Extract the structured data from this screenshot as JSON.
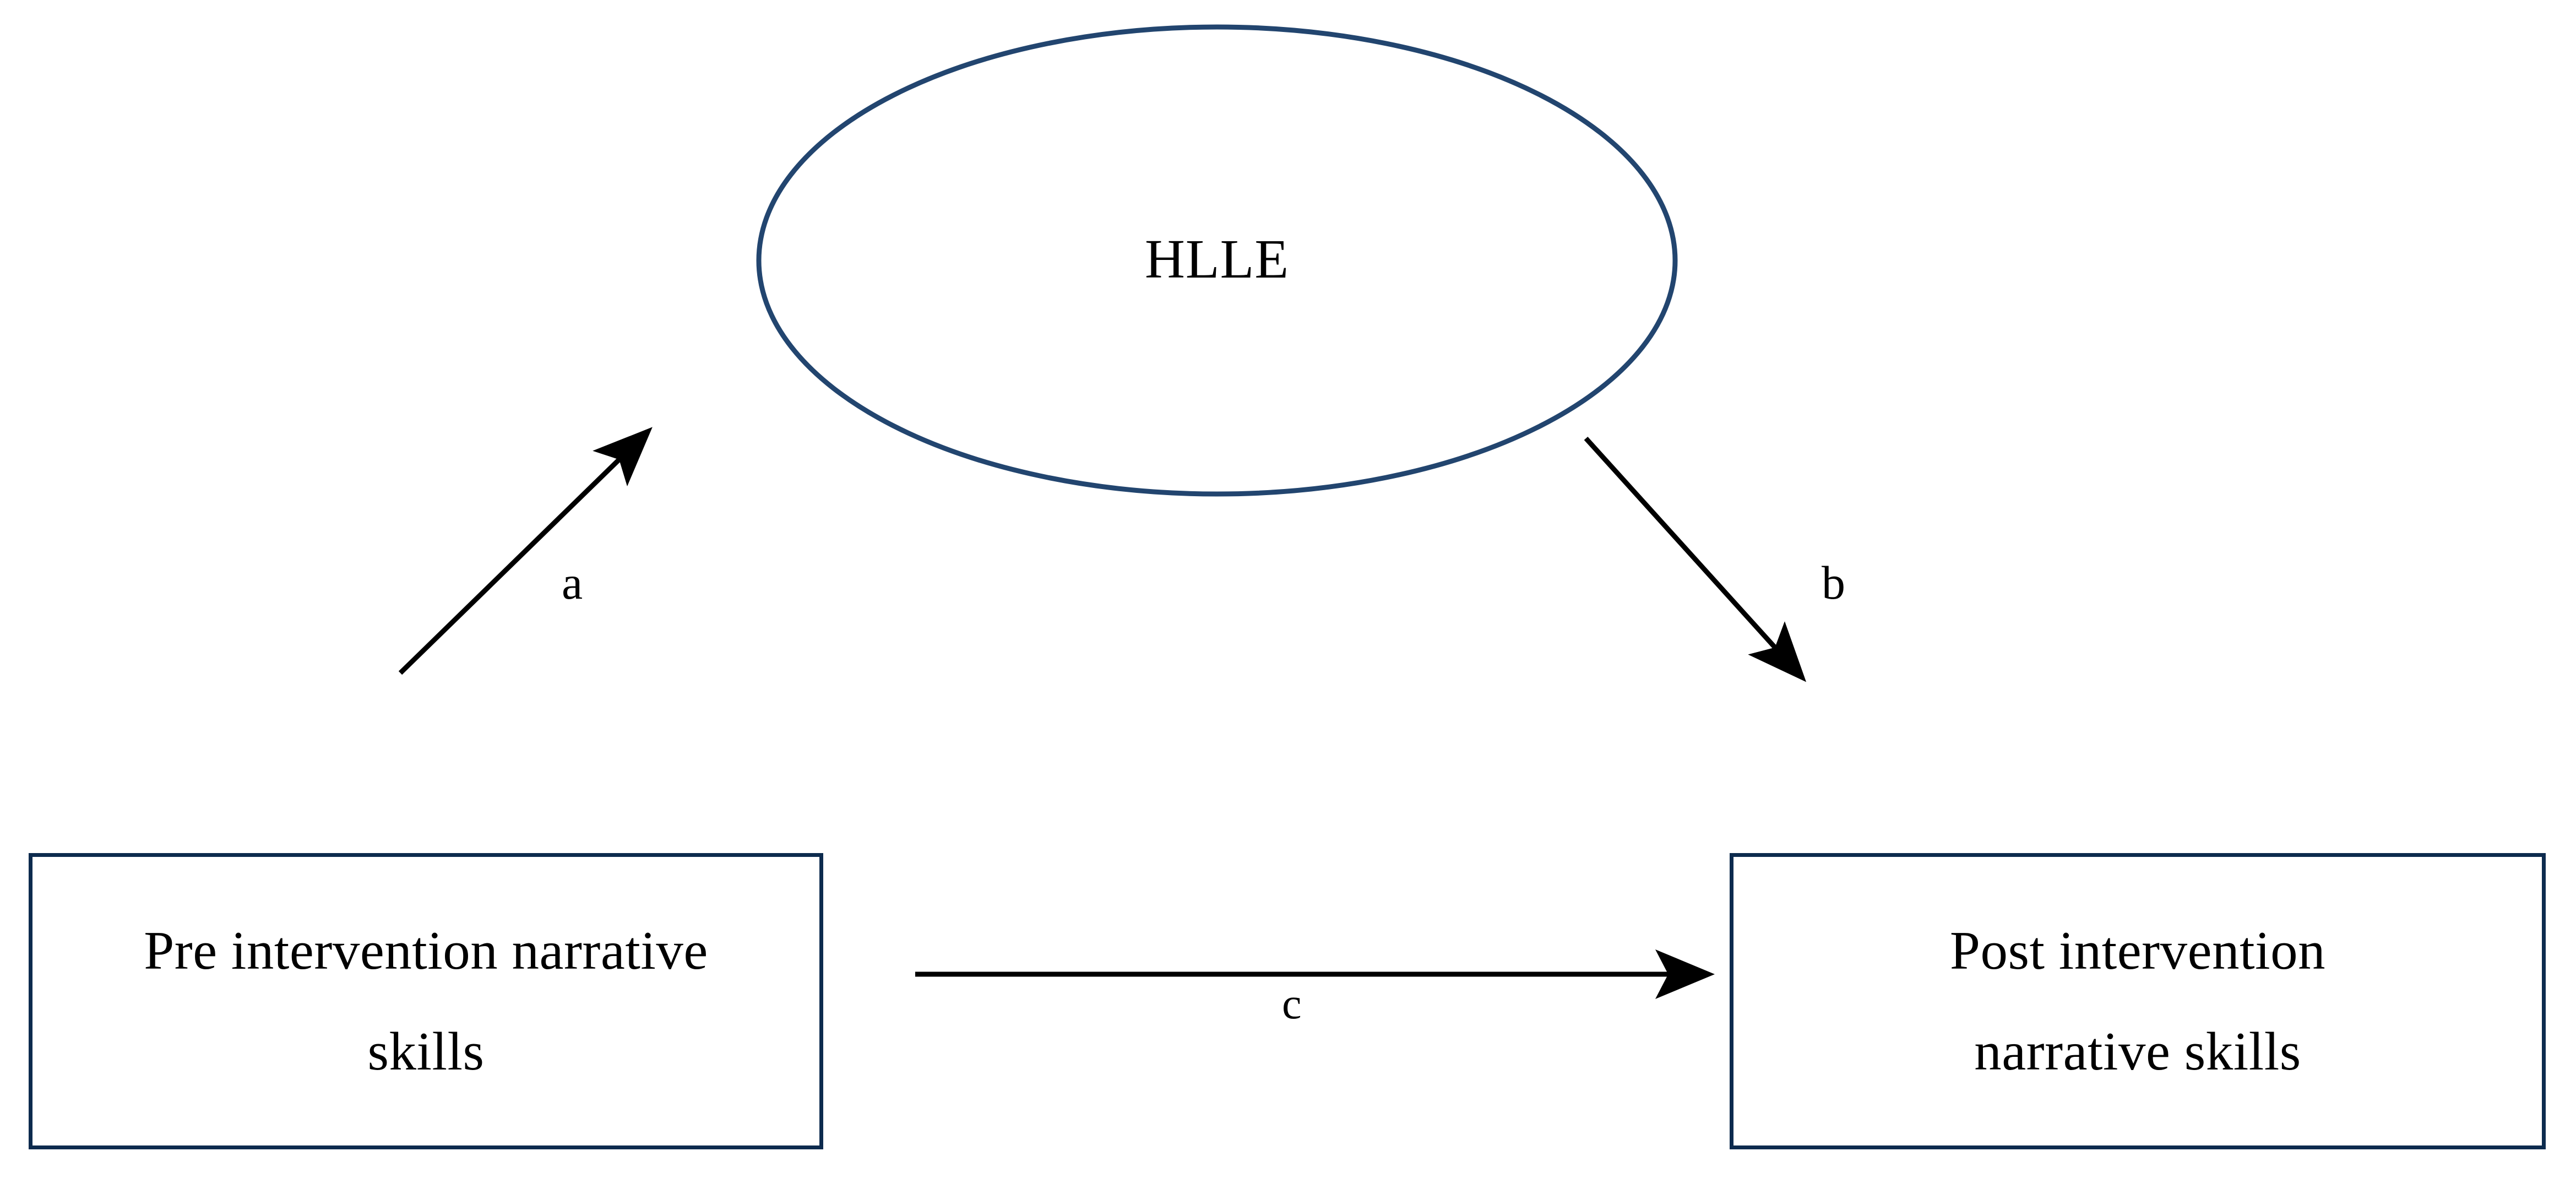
{
  "diagram": {
    "type": "mediation-model",
    "title": "",
    "background_color": "#ffffff",
    "node_border_color": "#0d2b4e",
    "ellipse_stroke_color": "#22456f",
    "arrow_color": "#000000",
    "nodes": [
      {
        "id": "mediator",
        "shape": "ellipse",
        "label": "HLLE"
      },
      {
        "id": "predictor",
        "shape": "rectangle",
        "label_line1": "Pre intervention narrative",
        "label_line2": "skills"
      },
      {
        "id": "outcome",
        "shape": "rectangle",
        "label_line1": "Post intervention",
        "label_line2": "narrative skills"
      }
    ],
    "paths": [
      {
        "id": "path-a",
        "label": "a",
        "from": "predictor",
        "to": "mediator"
      },
      {
        "id": "path-b",
        "label": "b",
        "from": "mediator",
        "to": "outcome"
      },
      {
        "id": "path-c",
        "label": "c",
        "from": "predictor",
        "to": "outcome"
      }
    ]
  }
}
